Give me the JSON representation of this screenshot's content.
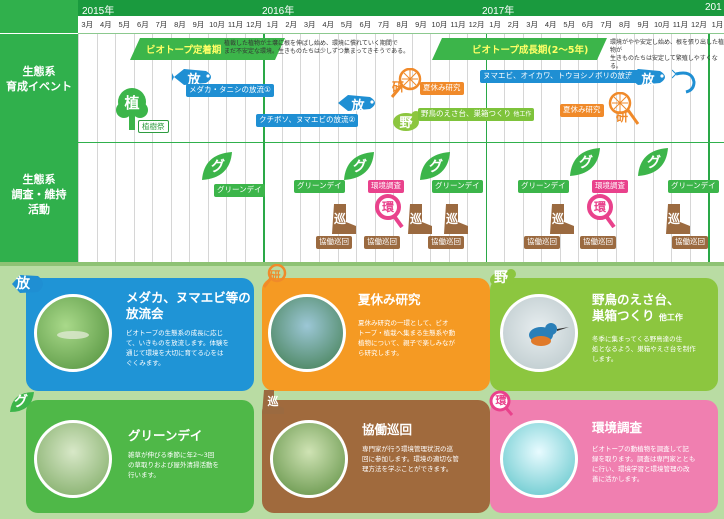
{
  "timeline": {
    "years": [
      "2015年",
      "2016年",
      "2017年",
      "201"
    ],
    "months_2015": [
      "3月",
      "4月",
      "5月",
      "6月",
      "7月",
      "8月",
      "9月",
      "10月",
      "11月",
      "12月"
    ],
    "months_2016": [
      "1月",
      "2月",
      "3月",
      "4月",
      "5月",
      "6月",
      "7月",
      "8月",
      "9月",
      "10月",
      "11月",
      "12月"
    ],
    "months_2017": [
      "1月",
      "2月",
      "3月",
      "4月",
      "5月",
      "6月",
      "7月",
      "8月",
      "9月",
      "10月",
      "11月",
      "12月"
    ],
    "months_2018": [
      "1月"
    ],
    "rows": {
      "events_label": "生態系\n育成イベント",
      "survey_label": "生態系\n調査・維持\n活動"
    },
    "stages": {
      "settle": {
        "label": "ビオトープ定着期",
        "desc": "植裁した植物が土壌に根を伸ばし始め、環境に慣れていく期間で\nまだ不安定な環境。生きものたちは少しずつ集まってきそうである。"
      },
      "growth": {
        "label": "ビオトープ成長期(2〜5年)",
        "desc": "環境がやや安定し始め、根を張り出した植物が\n生きものたちは安定して繁殖しやすくなる。"
      }
    },
    "events": {
      "planting": "植樹祭",
      "medaka1": "メダカ・タニシの放流①",
      "kuchibo": "クチボソ、ヌマエビの放流②",
      "summer1": "夏休み研究",
      "birds": "野鳥のえさ台、巣箱つくり",
      "birds_suffix": "他工作",
      "release3": "ヌマエビ、オイカワ、トウヨシノボリの放流③",
      "summer2": "夏休み研究"
    },
    "survey": {
      "green_day": "グリーンデイ",
      "env_survey": "環境調査",
      "patrol": "協働巡回"
    },
    "glyphs": {
      "ho": "放",
      "ken": "研",
      "ya": "野",
      "shoku": "植",
      "gu": "グ",
      "jun": "巡",
      "kan": "環"
    }
  },
  "cards": [
    {
      "badge": "放",
      "title": "メダカ、ヌマエビ等の\n放流会",
      "subtitle": "",
      "body": "ビオトープの生態系の成長に応じ\nて、いきものを放流します。体験を\n通じて環境を大切に育てる心をは\nぐくみます。"
    },
    {
      "badge": "研",
      "title": "夏休み研究",
      "subtitle": "",
      "body": "夏休み研究の一環として、ビオ\nトープ・植栽へ集まる生態系や動\n植物について、親子で楽しみなが\nら研究します。"
    },
    {
      "badge": "野",
      "title": "野鳥のえさ台、\n巣箱つくり",
      "subtitle": "他工作",
      "body": "冬季に集まってくる野鳥達の住\n処となるよう、巣箱やえさ台を制作\nします。"
    },
    {
      "badge": "グ",
      "title": "グリーンデイ",
      "subtitle": "",
      "body": "雑草が伸びる季節に年2〜3回\nの草取りおよび屋外清掃活動を\n行います。"
    },
    {
      "badge": "巡",
      "title": "協働巡回",
      "subtitle": "",
      "body": "専門家が行う環境管理状況の巡\n回に参加します。環境の適切な管\n理方法を学ぶことができます。"
    },
    {
      "badge": "環",
      "title": "環境調査",
      "subtitle": "",
      "body": "ビオトープの動植物を調査して記\n録を取ります。調査は専門家ととも\nに行い、環境学習と環境管理の改\n善に活かします。"
    }
  ],
  "colors": {
    "green": "#30b04c",
    "blue": "#1f94d6",
    "orange": "#f59a23",
    "lime": "#8cc63f",
    "brown": "#a06a3d",
    "pink": "#f07fb0"
  }
}
